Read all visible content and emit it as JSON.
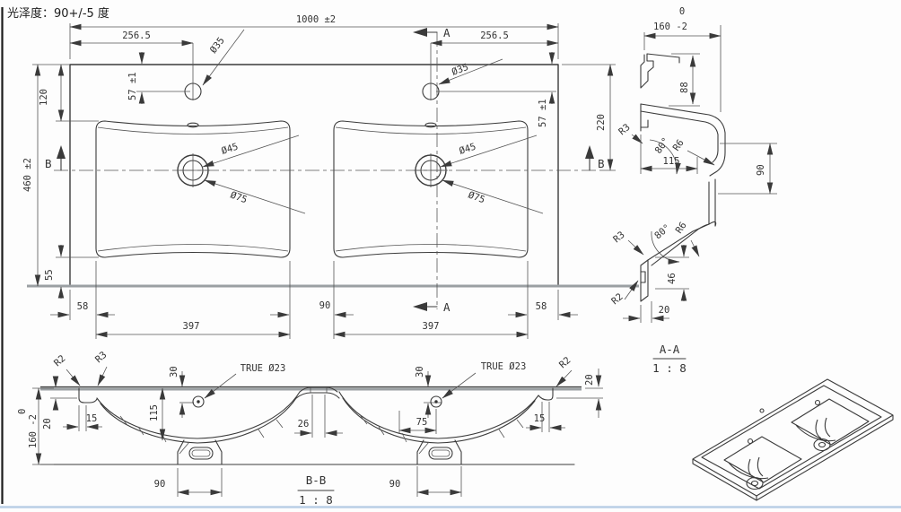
{
  "annotation": {
    "gloss_note": "光泽度：90+/-5 度"
  },
  "plan": {
    "overall_width": "1000 ±2",
    "faucet_offset_left": "256.5",
    "faucet_offset_right": "256.5",
    "faucet_hole_dia_left": "Ø35",
    "faucet_hole_dia_right": "Ø35",
    "faucet_setback_left": "57 ±1",
    "faucet_setback_right": "57 ±1",
    "back_edge_to_basin": "120",
    "overall_depth": "460 ±2",
    "basin_to_front_edge": "55",
    "back_to_centerline": "220",
    "drain_dia_inner_left": "Ø45",
    "drain_dia_outer_left": "Ø75",
    "drain_dia_inner_right": "Ø45",
    "drain_dia_outer_right": "Ø75",
    "edge_margin_left": "58",
    "basin_width_left": "397",
    "basin_gap": "90",
    "basin_width_right": "397",
    "edge_margin_right": "58",
    "section_marker_a": "A",
    "section_marker_b": "B"
  },
  "section_aa": {
    "title": "A-A",
    "scale": "1 : 8",
    "depth_tol_upper": "0",
    "depth_dim": "160 -2",
    "back_height": "88",
    "radius_r3_top": "R3",
    "angle_top": "80°",
    "radius_r6_top": "R6",
    "rim_width": "115",
    "wall_gap": "90",
    "radius_r3_bottom": "R3",
    "angle_bottom": "80°",
    "radius_r6_bottom": "R6",
    "apron_height": "46",
    "radius_r2": "R2",
    "apron_width": "20"
  },
  "section_bb": {
    "title": "B-B",
    "scale": "1 : 8",
    "height_tol_upper": "0",
    "height_dim": "160 -2",
    "radius_r2_left": "R2",
    "radius_r3_left": "R3",
    "rim_drop_left": "20",
    "rim_width_left": "15",
    "overflow_drop_left": "30",
    "overflow_note_left": "TRUE Ø23",
    "bowl_depth": "115",
    "drain_boss_width_left": "90",
    "divider_width": "26",
    "overflow_drop_right": "30",
    "overflow_note_right": "TRUE Ø23",
    "overflow_offset_right": "75",
    "radius_r2_right": "R2",
    "rim_drop_right": "20",
    "rim_width_right": "15",
    "drain_boss_width_right": "90"
  }
}
